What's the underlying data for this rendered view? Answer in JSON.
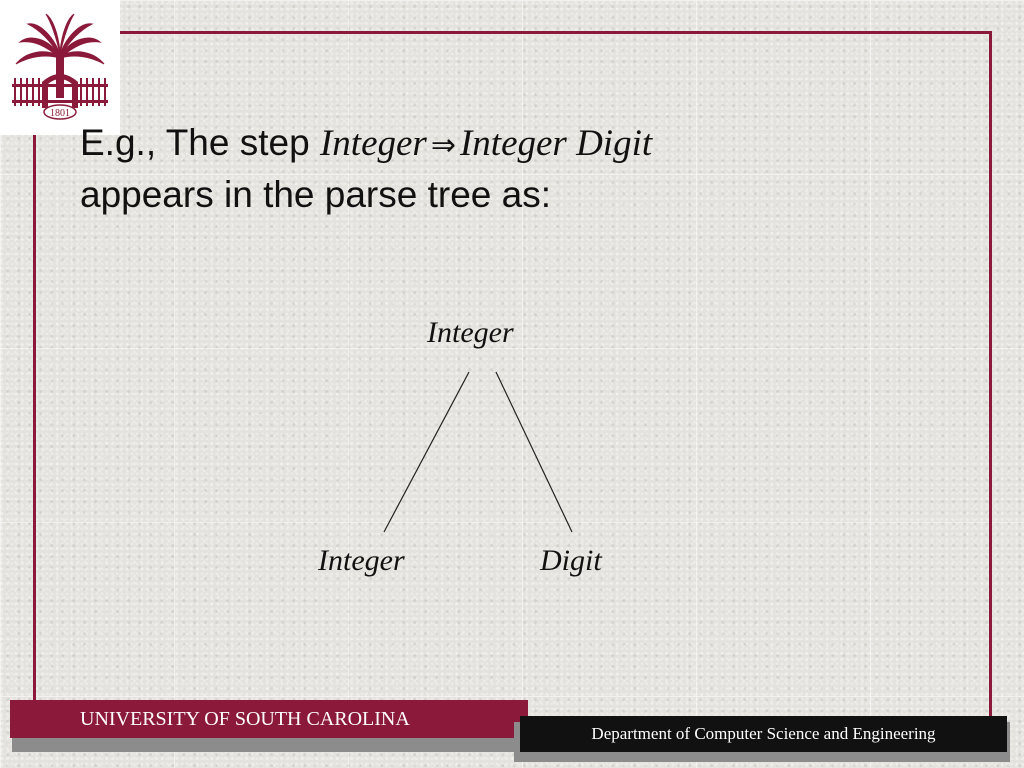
{
  "logo": {
    "year": "1801",
    "name": "university-seal"
  },
  "slide": {
    "title_prefix": "E.g., The step ",
    "title_lhs": "Integer",
    "title_arrow": "⇒",
    "title_rhs": "Integer Digit",
    "title_line2": "appears in the parse tree as:"
  },
  "tree": {
    "root": "Integer",
    "children": [
      "Integer",
      "Digit"
    ]
  },
  "footer": {
    "university": "UNIVERSITY OF SOUTH CAROLINA",
    "department": "Department of Computer Science and Engineering"
  },
  "colors": {
    "garnet": "#8b1a3a",
    "footer_dark": "#111111"
  }
}
